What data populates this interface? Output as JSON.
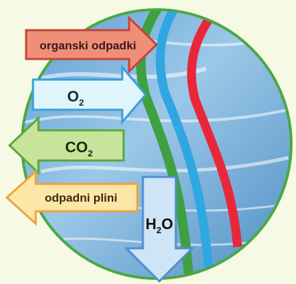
{
  "colors": {
    "background": "#f6f9e3",
    "circle_outline": "#4aa843",
    "water": "#7fb4dd",
    "green_band": "#3fa043",
    "blue_band": "#2fa7e3",
    "red_band": "#e8283a",
    "organic_arrow_fill": "#ef8f78",
    "organic_arrow_stroke": "#c8423a",
    "o2_arrow_fill": "#dff4fb",
    "o2_arrow_stroke": "#3a9fd8",
    "co2_arrow_fill": "#c8e39a",
    "co2_arrow_stroke": "#5aa838",
    "gases_arrow_fill": "#fde7a6",
    "gases_arrow_stroke": "#f0a23a",
    "h2o_arrow_fill": "#cfe4f6",
    "h2o_arrow_stroke": "#4f8fd0"
  },
  "labels": {
    "organic_waste": "organski odpadki",
    "o2_base": "O",
    "o2_sub": "2",
    "co2_base": "CO",
    "co2_sub": "2",
    "waste_gases": "odpadni plini",
    "h2o_base": "H",
    "h2o_sub": "2",
    "h2o_end": "O"
  }
}
